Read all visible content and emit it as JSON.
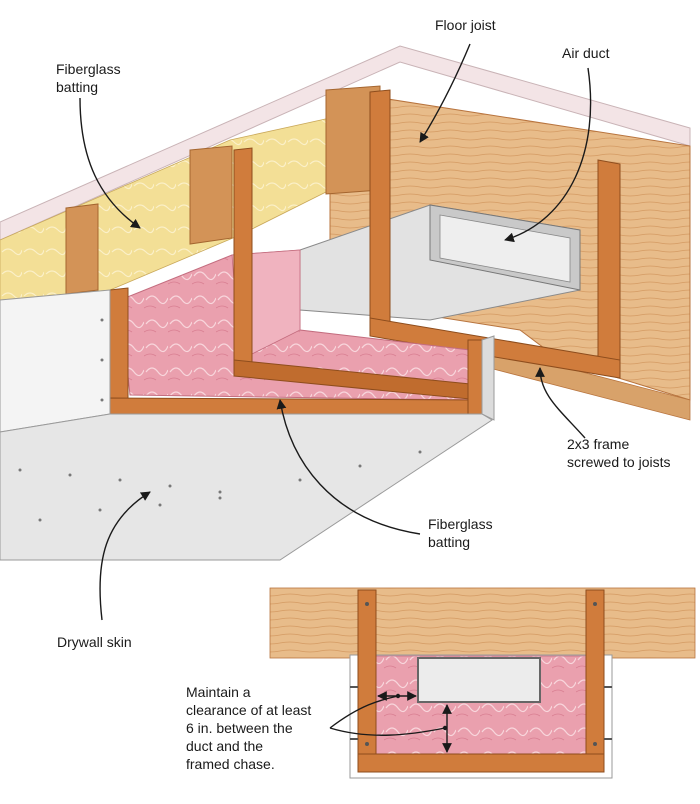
{
  "labels": {
    "floor_joist": "Floor joist",
    "air_duct": "Air duct",
    "fiberglass_top_1": "Fiberglass",
    "fiberglass_top_2": "batting",
    "frame_1": "2x3 frame",
    "frame_2": "screwed to joists",
    "fiberglass_mid_1": "Fiberglass",
    "fiberglass_mid_2": "batting",
    "drywall": "Drywall skin",
    "clearance_1": "Maintain a",
    "clearance_2": "clearance of at least",
    "clearance_3": "6 in. between the",
    "clearance_4": "duct and the",
    "clearance_5": "framed chase."
  },
  "colors": {
    "wood": "#e6b886",
    "wood_dark": "#b8743e",
    "frame": "#c8783a",
    "insulation": "#e995a6",
    "insulation_light": "#f6c9cf",
    "batt_yellow": "#f2dc8a",
    "duct": "#d9d9d9",
    "drywall": "#e8e8e8",
    "leader": "#1a1a1a"
  }
}
